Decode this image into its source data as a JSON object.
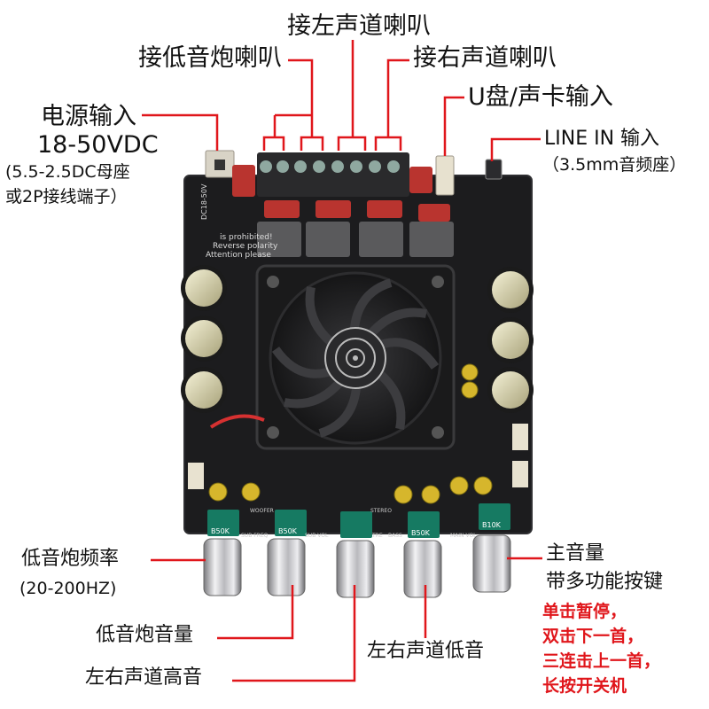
{
  "labels": {
    "left_ch": "接左声道喇叭",
    "sub_spk": "接低音炮喇叭",
    "right_ch": "接右声道喇叭",
    "power_1": "电源输入",
    "power_2": "18-50VDC",
    "power_3": "(5.5-2.5DC母座",
    "power_4": "或2P接线端子）",
    "usb_in": "U盘/声卡输入",
    "line_in": "LINE IN 输入",
    "line_in_sub": "（3.5mm音频座）",
    "sub_freq": "低音炮频率",
    "sub_freq_range": "(20-200HZ)",
    "sub_vol": "低音炮音量",
    "treble": "左右声道高音",
    "bass": "左右声道低音",
    "main_vol_1": "主音量",
    "main_vol_2": "带多功能按键",
    "fn_1": "单击暂停，",
    "fn_2": "双击下一首，",
    "fn_3": "三连击上一首，",
    "fn_4": "长按开关机"
  },
  "board": {
    "voltage_text": "DC18-50V",
    "warn_1": "Attention please",
    "warn_2": "Reverse polarity",
    "warn_3": "is prohibited!",
    "pot_1": "B50K",
    "pot_2": "B50K",
    "pot_3": "B50K",
    "pot_4": "B10K",
    "silk_1": "SUB FREQ",
    "silk_2": "SUB VOL",
    "silk_3": "TRE",
    "silk_4": "BASS",
    "silk_5": "MAIN VOL",
    "silk_6": "STEREO",
    "silk_7": "WOOFER"
  },
  "colors": {
    "leader": "#e0161b",
    "fn_text": "#e0161b",
    "pcb": "#1c1c1e",
    "knob": "#c9c9cc"
  }
}
